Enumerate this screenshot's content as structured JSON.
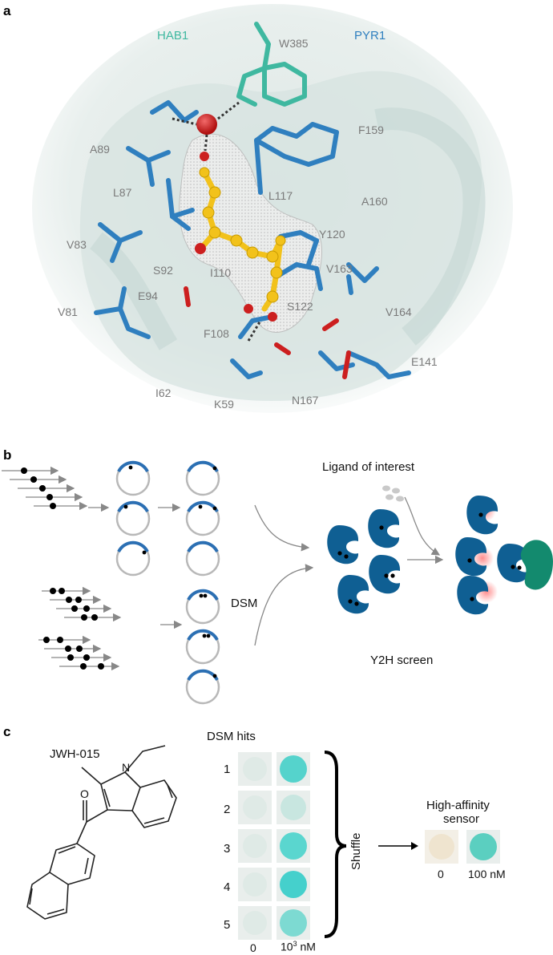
{
  "panel_a": {
    "letter": "a",
    "chain_hab1": "HAB1",
    "chain_pyr1": "PYR1",
    "residues": [
      "W385",
      "F159",
      "A89",
      "L87",
      "L117",
      "A160",
      "V83",
      "S92",
      "I110",
      "Y120",
      "V163",
      "E94",
      "S122",
      "V81",
      "V164",
      "F108",
      "E141",
      "I62",
      "K59",
      "N167"
    ],
    "colors": {
      "hab1": "#3fb8a0",
      "pyr1": "#2f7fbf",
      "ligand": "#f2c21b",
      "oxygen": "#cc1f1f"
    }
  },
  "panel_b": {
    "letter": "b",
    "dsm_label": "DSM",
    "ligand_label": "Ligand of interest",
    "screen_label": "Y2H screen",
    "colors": {
      "receptor": "#0f5f93",
      "partner": "#138a6e",
      "plasmid_arc": "#2b6fb3"
    }
  },
  "panel_c": {
    "letter": "c",
    "compound": "JWH-015",
    "hits_title": "DSM hits",
    "rows": [
      "1",
      "2",
      "3",
      "4",
      "5"
    ],
    "col0": "0",
    "col1_base": "10",
    "col1_exp": "3",
    "col1_unit": " nM",
    "shuffle": "Shuffle",
    "sensor_line1": "High-affinity",
    "sensor_line2": "sensor",
    "sensor_col0": "0",
    "sensor_col1": "100 nM",
    "colors": {
      "pale": "#dfeae6",
      "cyan": "#55d3cc",
      "beige": "#efe4cf"
    }
  }
}
